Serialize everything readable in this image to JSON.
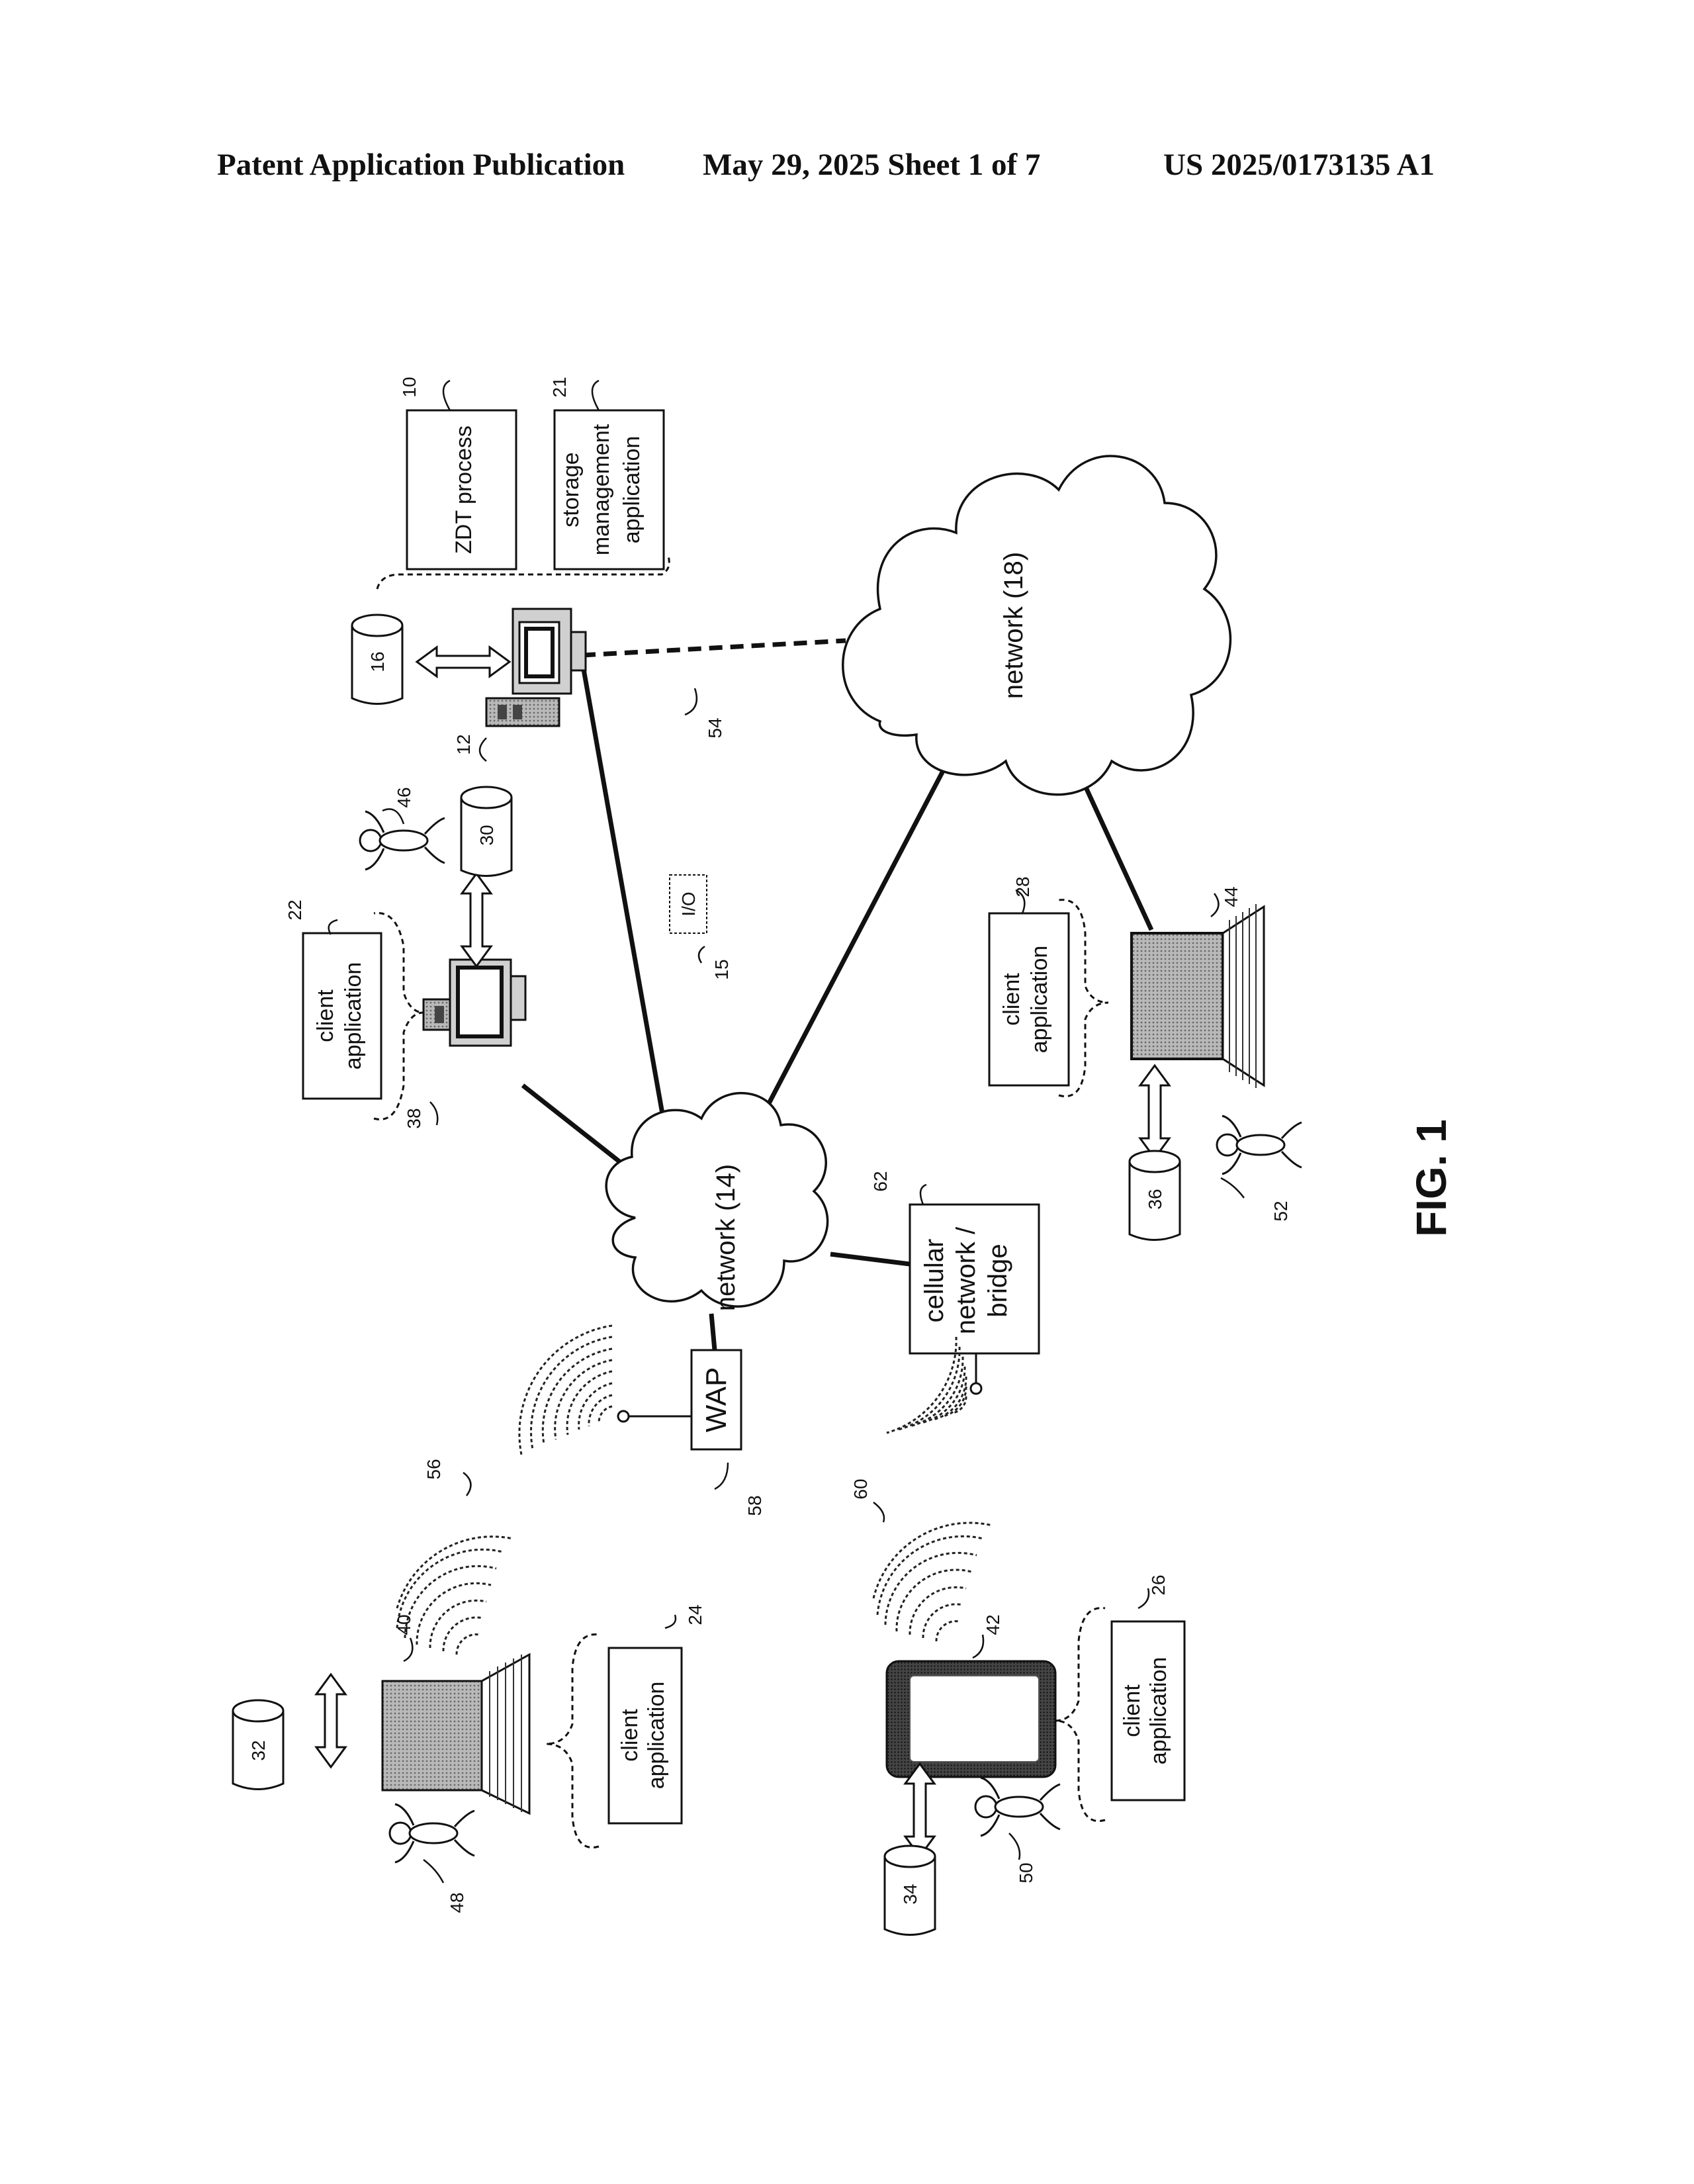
{
  "header": {
    "publication": "Patent Application Publication",
    "date_sheet": "May 29, 2025  Sheet 1 of 7",
    "number": "US 2025/0173135 A1"
  },
  "figure": {
    "label": "FIG. 1",
    "boxes": {
      "zdt_process": "ZDT process",
      "storage_mgmt": [
        "storage",
        "management",
        "application"
      ],
      "client_app_22": [
        "client",
        "application"
      ],
      "client_app_28": [
        "client",
        "application"
      ],
      "client_app_24": [
        "client",
        "application"
      ],
      "client_app_26": [
        "client",
        "application"
      ],
      "cellular": [
        "cellular",
        "network /",
        "bridge"
      ],
      "wap": "WAP",
      "io": "I/O"
    },
    "clouds": {
      "network_14": "network (14)",
      "network_18": "network (18)"
    },
    "refs": {
      "r10": "10",
      "r21": "21",
      "r16": "16",
      "r12": "12",
      "r54": "54",
      "r46": "46",
      "r30": "30",
      "r22": "22",
      "r38": "38",
      "r15": "15",
      "r28": "28",
      "r44": "44",
      "r36": "36",
      "r52": "52",
      "r62": "62",
      "r56": "56",
      "r58": "58",
      "r60": "60",
      "r32": "32",
      "r40": "40",
      "r48": "48",
      "r24": "24",
      "r42": "42",
      "r26": "26",
      "r34": "34",
      "r50": "50"
    }
  },
  "colors": {
    "ink": "#111111",
    "screen_fill": "#8f8f8f",
    "device_fill": "#c8c8c8"
  }
}
